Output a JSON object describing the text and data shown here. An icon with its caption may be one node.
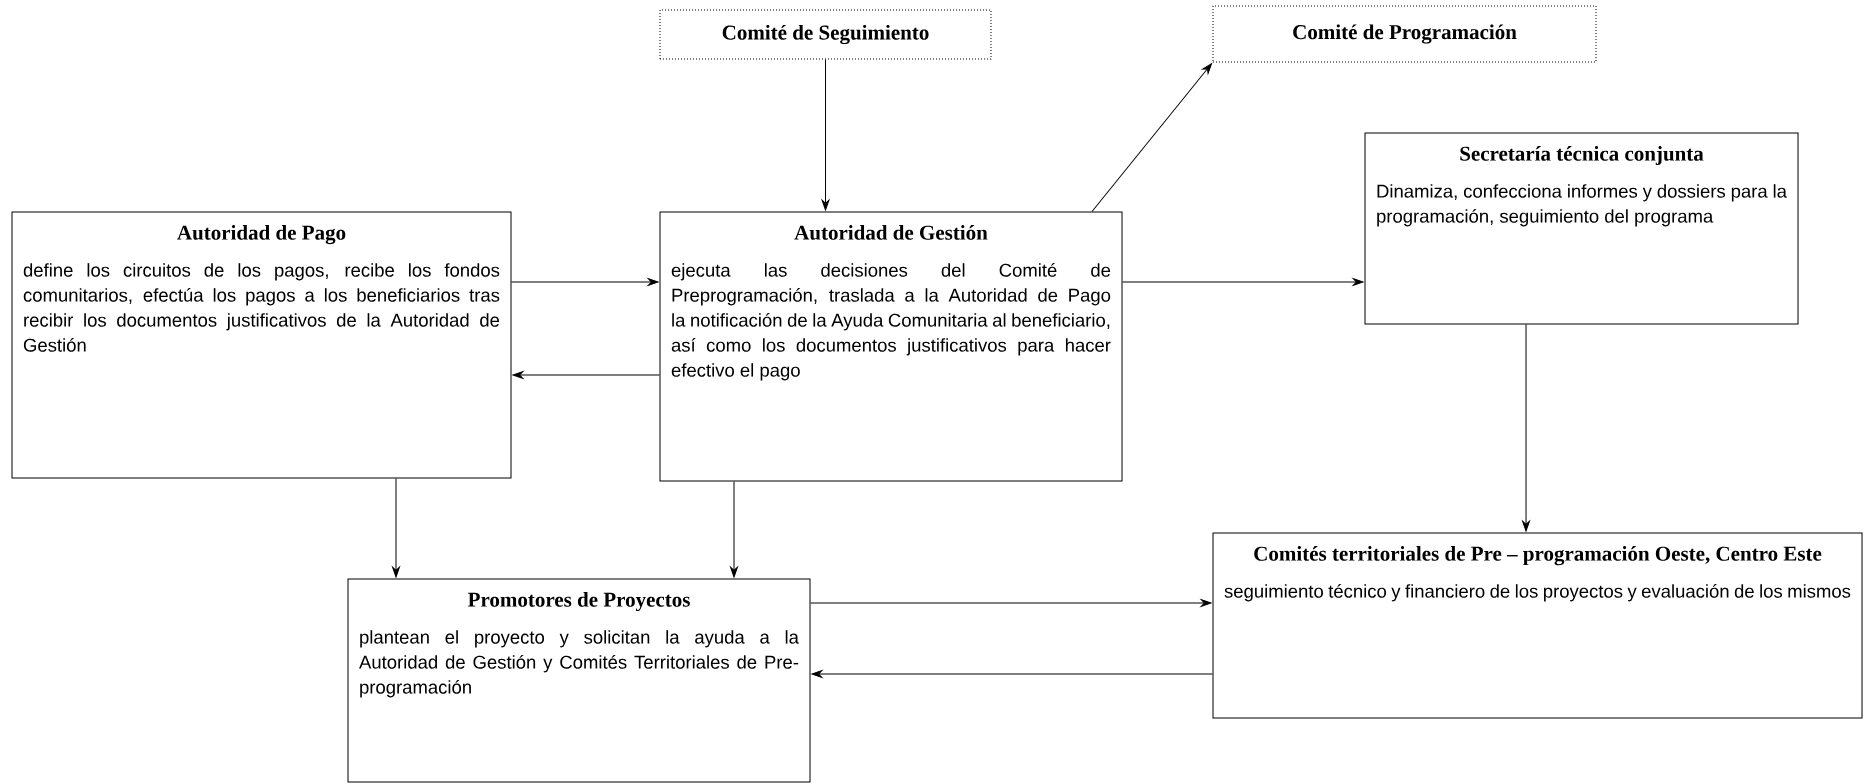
{
  "diagram": {
    "nodes": [
      {
        "text": [
          "Comité de Seguimiento"
        ]
      },
      {
        "text": [
          "Comité de Programación"
        ]
      },
      {
        "text": [
          "Autoridad de Pago",
          "define los circuitos de los pagos, recibe los fondos comunitarios, efectúa los pagos a los beneficiarios tras recibir los documentos justificativos de la Autoridad de Gestión"
        ]
      },
      {
        "text": [
          "Autoridad de Gestión",
          "ejecuta las decisiones del Comité de Preprogramación, traslada a la Autoridad de Pago la notificación de la Ayuda Comunitaria al beneficiario, así como los documentos justificativos para hacer efectivo el pago"
        ]
      },
      {
        "text": [
          "Secretaría técnica conjunta",
          "Dinamiza, confecciona informes y dossiers para la programación, seguimiento del programa"
        ]
      },
      {
        "text": [
          "Promotores de Proyectos",
          "plantean el proyecto y solicitan la ayuda a la Autoridad de Gestión y Comités Territoriales de Pre-programación"
        ]
      },
      {
        "text": [
          "Comités territoriales de Pre – programación Oeste, Centro Este",
          "seguimiento técnico y financiero de los proyectos y evaluación de los mismos"
        ]
      }
    ],
    "edges": [
      {
        "from": 0,
        "to": 3,
        "arrow": "to"
      },
      {
        "from": 3,
        "to": 1,
        "arrow": "to"
      },
      {
        "from": 2,
        "to": 3,
        "arrow": "to"
      },
      {
        "from": 3,
        "to": 2,
        "arrow": "to"
      },
      {
        "from": 3,
        "to": 4,
        "arrow": "to"
      },
      {
        "from": 4,
        "to": 6,
        "arrow": "to"
      },
      {
        "from": 2,
        "to": 5,
        "arrow": "to"
      },
      {
        "from": 3,
        "to": 5,
        "arrow": "to"
      },
      {
        "from": 5,
        "to": 6,
        "arrow": "to"
      },
      {
        "from": 6,
        "to": 5,
        "arrow": "to"
      }
    ]
  }
}
